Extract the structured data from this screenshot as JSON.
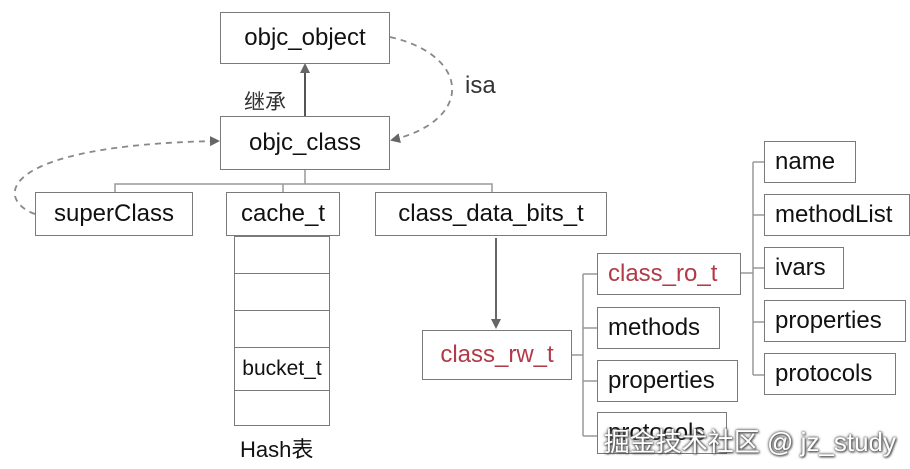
{
  "diagram": {
    "objc_object": "objc_object",
    "inherit_label": "继承",
    "isa_label": "isa",
    "objc_class": "objc_class",
    "superClass": "superClass",
    "cache_t": "cache_t",
    "class_data_bits_t": "class_data_bits_t",
    "bucket_t": "bucket_t",
    "hash_label": "Hash表",
    "class_rw_t": "class_rw_t",
    "rw_items": [
      "class_ro_t",
      "methods",
      "properties",
      "protocols"
    ],
    "ro_items": [
      "name",
      "methodList",
      "ivars",
      "properties",
      "protocols"
    ],
    "accent_color": "#b23a48"
  },
  "watermark": "掘金技术社区 @ jz_study"
}
